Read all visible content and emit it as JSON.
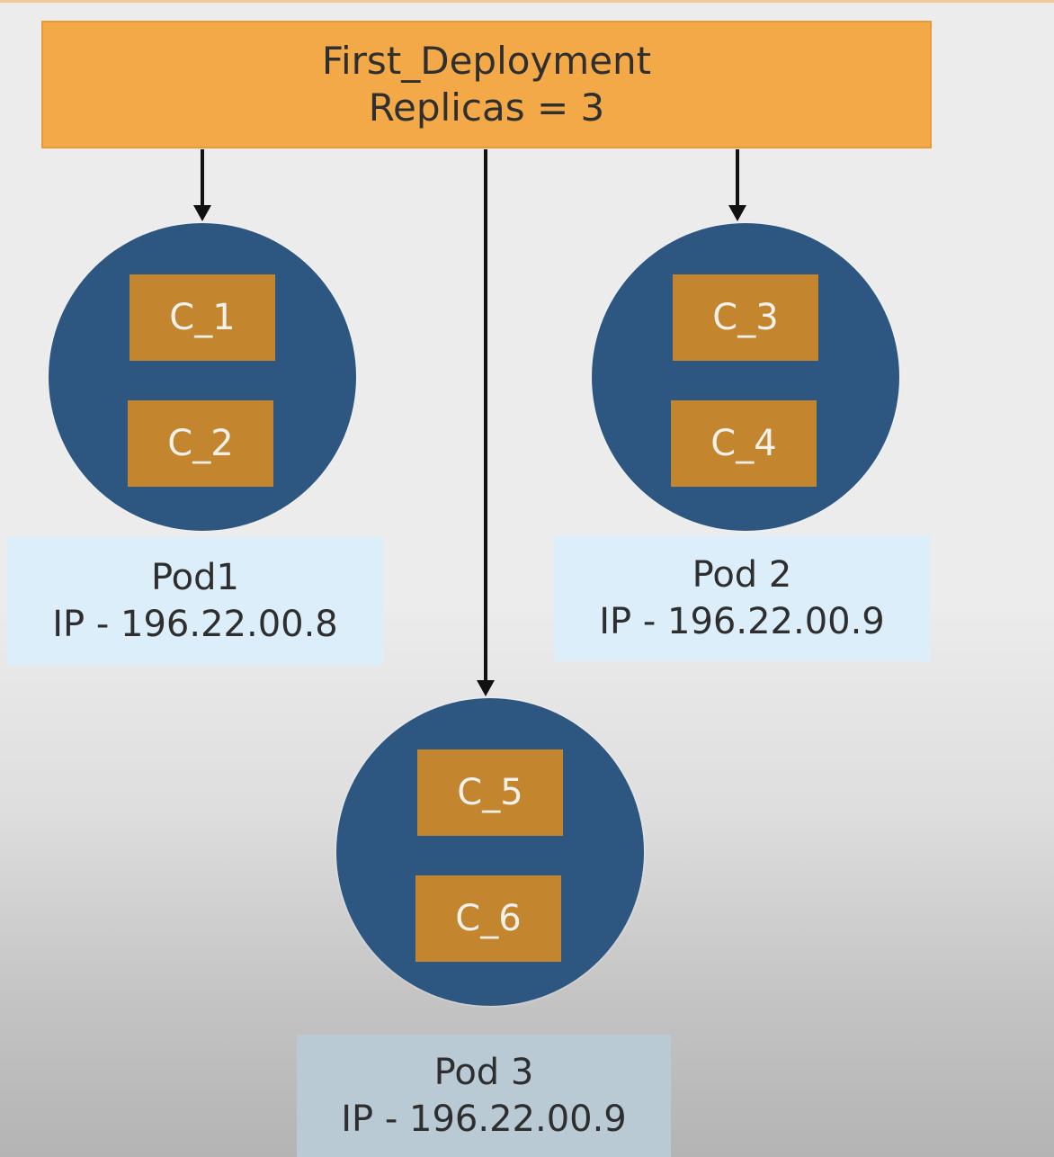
{
  "deployment": {
    "name": "First_Deployment",
    "replicas": "Replicas = 3"
  },
  "pods": [
    {
      "name": "Pod1",
      "ip": "IP - 196.22.00.8",
      "containers": [
        "C_1",
        "C_2"
      ]
    },
    {
      "name": "Pod 2",
      "ip": "IP - 196.22.00.9",
      "containers": [
        "C_3",
        "C_4"
      ]
    },
    {
      "name": "Pod 3",
      "ip": "IP - 196.22.00.9",
      "containers": [
        "C_5",
        "C_6"
      ]
    }
  ],
  "colors": {
    "deployment": "#f3a947",
    "pod": "#2d5680",
    "container": "#c4852f",
    "label_background": "#dbeefa",
    "arrow": "#111111"
  }
}
